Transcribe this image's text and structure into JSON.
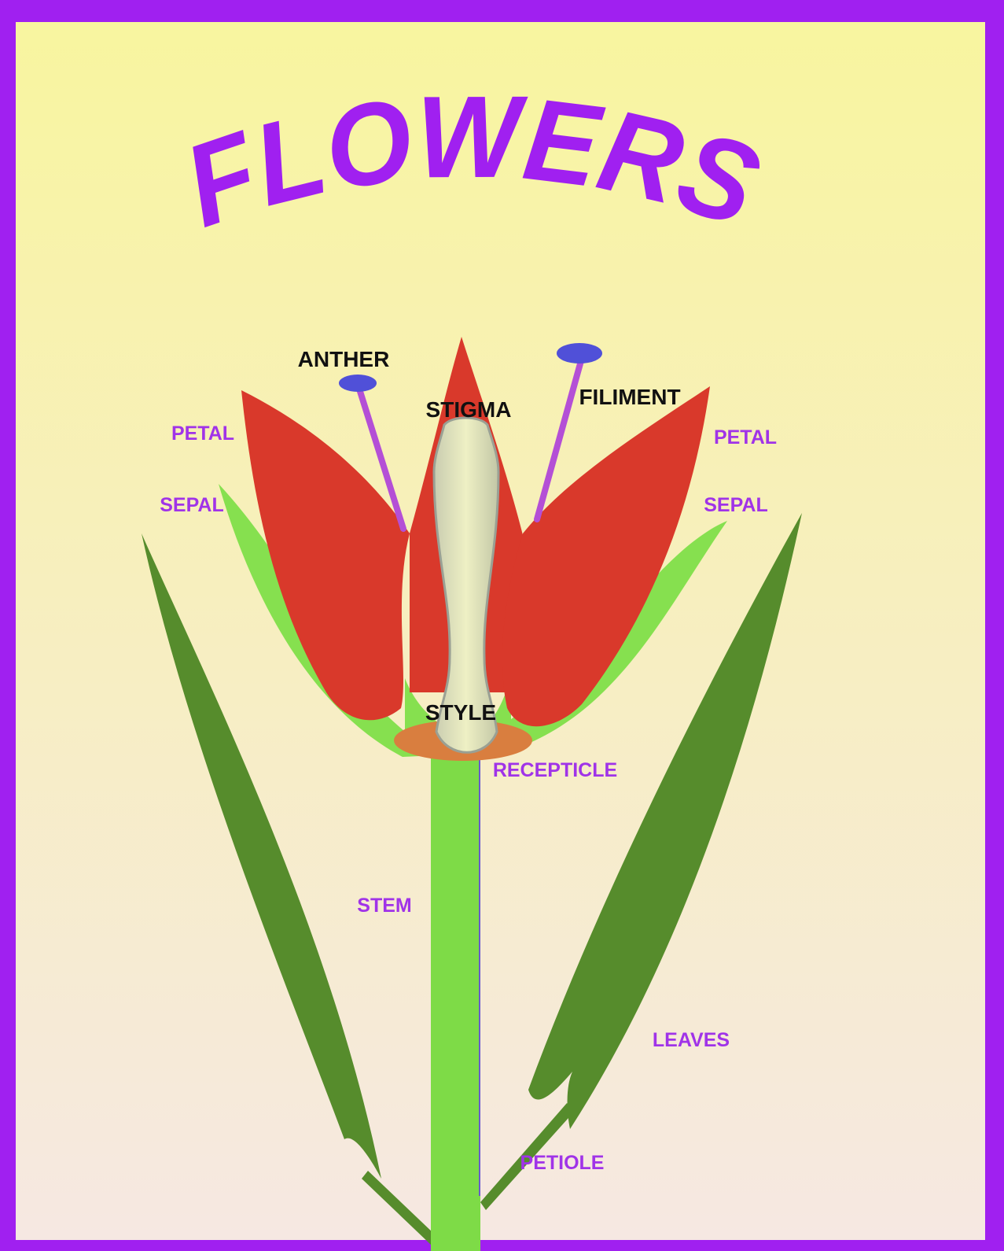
{
  "title": "FLOWERS",
  "colors": {
    "border": "#a020f0",
    "background_top": "#f8f59f",
    "background_bottom": "#f6e8e2",
    "petal": "#d9392b",
    "sepal": "#86e04f",
    "leaf": "#568c2c",
    "stem": "#7edb47",
    "receptacle": "#d97e3f",
    "anther": "#5050d8",
    "filament": "#b44fd6",
    "pistil": "#dfe6b3",
    "label_purple": "#a033e8",
    "label_black": "#111111"
  },
  "labels": {
    "anther": "ANTHER",
    "stigma": "STIGMA",
    "filament": "FILIMENT",
    "petal_left": "PETAL",
    "petal_right": "PETAL",
    "sepal_left": "SEPAL",
    "sepal_right": "SEPAL",
    "style": "STYLE",
    "receptacle": "RECEPTICLE",
    "stem": "STEM",
    "leaves": "LEAVES",
    "petiole": "PETIOLE"
  }
}
